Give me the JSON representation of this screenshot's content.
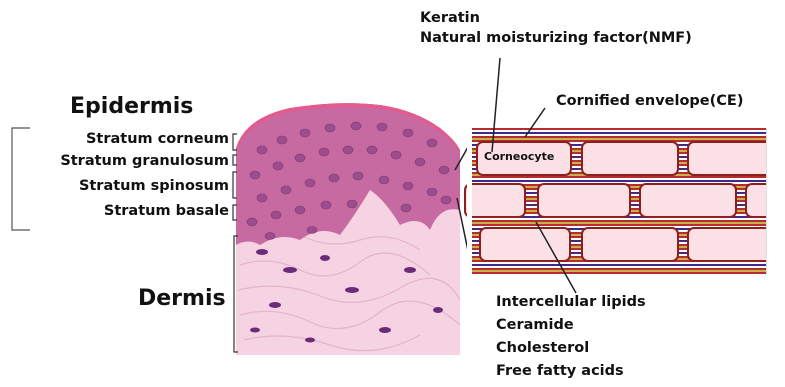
{
  "labels": {
    "epidermis": "Epidermis",
    "dermis": "Dermis",
    "layers": [
      "Stratum corneum",
      "Stratum granulosum",
      "Stratum spinosum",
      "Stratum basale"
    ],
    "keratin_notes": [
      "Keratin",
      "Natural moisturizing factor(NMF)"
    ],
    "cornified_envelope": "Cornified envelope(CE)",
    "corneocyte": "Corneocyte",
    "lipid_notes": [
      "Intercellular lipids",
      "Ceramide",
      "Cholesterol",
      "Free fatty acids"
    ]
  },
  "colors": {
    "cell_fill": "#fbe1e6",
    "cell_border": "#8f1f1f",
    "lipid_purple": "#3f2a8a",
    "lipid_red": "#b52d2d",
    "lipid_gold": "#c9b04a",
    "tissue_epidermis": "#c76aa2",
    "tissue_dermis": "#f2c6d9",
    "stratum_corneum_band": "#e25b8e"
  }
}
